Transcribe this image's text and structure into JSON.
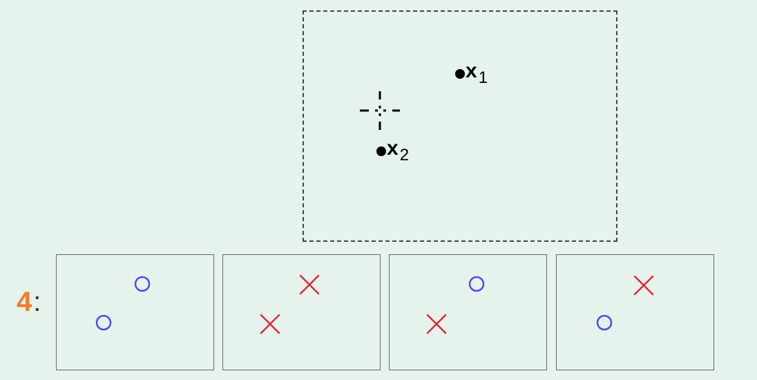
{
  "main_diagram": {
    "points": [
      {
        "id": "x1",
        "label_base": "x",
        "label_sub": "1"
      },
      {
        "id": "x2",
        "label_base": "x",
        "label_sub": "2"
      }
    ]
  },
  "assignments": {
    "count": "4",
    "separator": ":",
    "panels": [
      {
        "x1": "circle",
        "x2": "circle"
      },
      {
        "x1": "cross",
        "x2": "cross"
      },
      {
        "x1": "circle",
        "x2": "cross"
      },
      {
        "x1": "cross",
        "x2": "circle"
      }
    ]
  },
  "colors": {
    "background": "#e6f2ec",
    "circle": "#4a4af0",
    "cross": "#e0283c",
    "count_number": "#f07d2d"
  },
  "icons": {
    "circle": "circle-marker-icon",
    "cross": "cross-marker-icon",
    "crosshair": "crosshair-icon"
  }
}
